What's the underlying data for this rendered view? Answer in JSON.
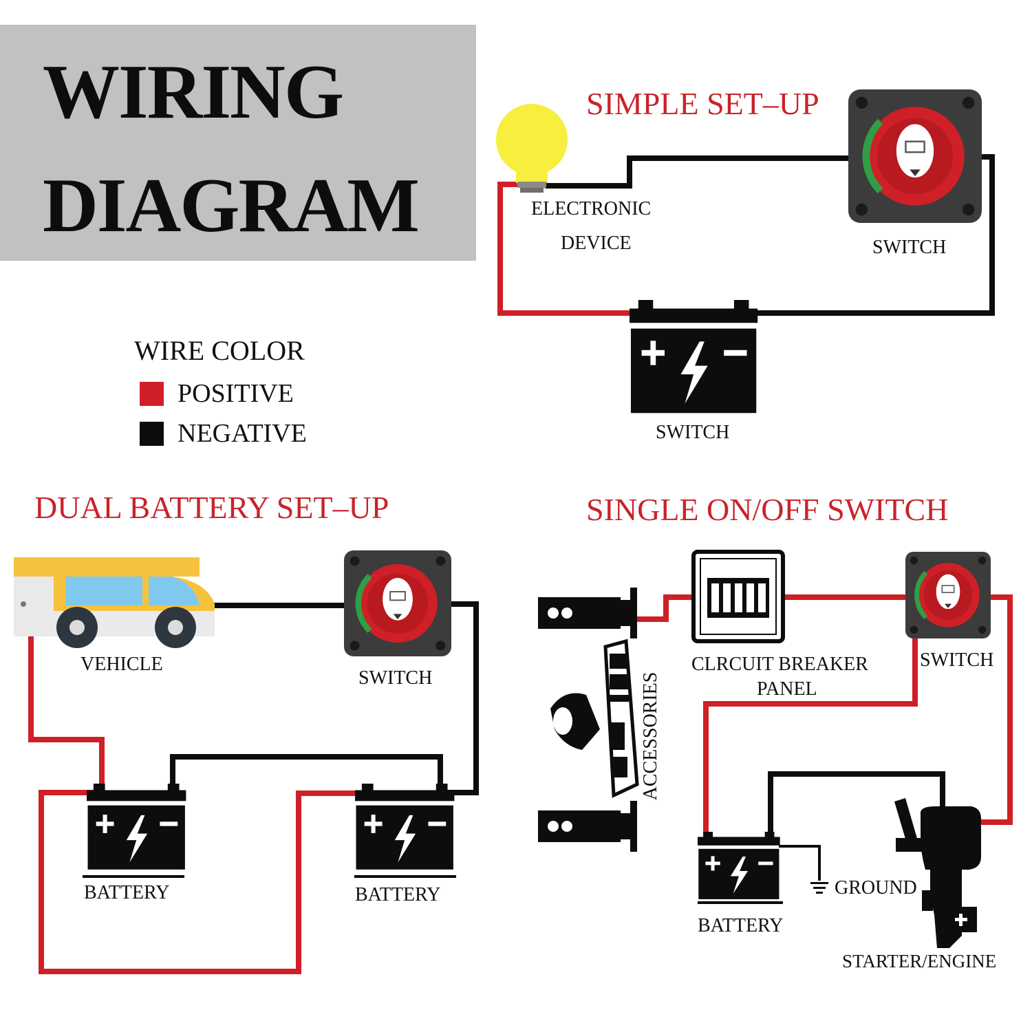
{
  "title": {
    "line1": "WIRING",
    "line2": "DIAGRAM"
  },
  "legend": {
    "heading": "WIRE COLOR",
    "items": [
      {
        "label": "POSITIVE",
        "color": "#d01f26"
      },
      {
        "label": "NEGATIVE",
        "color": "#0d0d0d"
      }
    ]
  },
  "colors": {
    "positive": "#d01f26",
    "negative": "#0d0d0d",
    "heading": "#c8232a",
    "title_box": "#c2c1c1"
  },
  "simple_setup": {
    "heading": "SIMPLE SET–UP",
    "device_line1": "ELECTRONIC",
    "device_line2": "DEVICE",
    "switch_label": "SWITCH",
    "battery_label": "SWITCH"
  },
  "dual_setup": {
    "heading": "DUAL BATTERY  SET–UP",
    "vehicle_label": "VEHICLE",
    "switch_label": "SWITCH",
    "battery1_label": "BATTERY",
    "battery2_label": "BATTERY"
  },
  "single_switch": {
    "heading": "SINGLE ON/OFF  SWITCH",
    "panel_line1": "CLRCUIT BREAKER",
    "panel_line2": "PANEL",
    "switch_label": "SWITCH",
    "accessories_label": "ACCESSORIES",
    "battery_label": "BATTERY",
    "ground_label": "GROUND",
    "engine_label": "STARTER/ENGINE"
  },
  "icons": [
    "light-bulb-icon",
    "battery-switch-icon",
    "battery-icon",
    "rv-vehicle-icon",
    "circuit-breaker-panel-icon",
    "accessory-plug-icon",
    "ground-symbol-icon",
    "outboard-motor-icon"
  ]
}
